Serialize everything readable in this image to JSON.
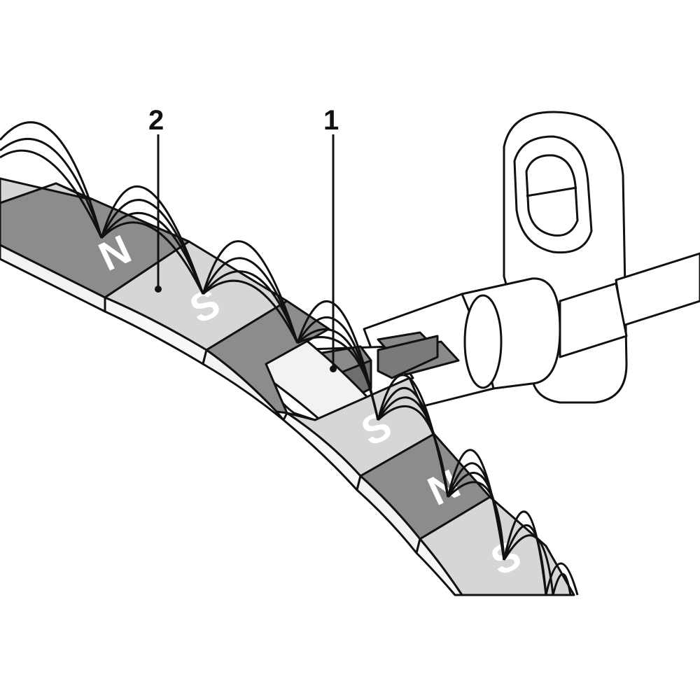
{
  "callouts": [
    {
      "id": "1"
    },
    {
      "id": "2"
    }
  ],
  "ring_segments": [
    {
      "pole": "N"
    },
    {
      "pole": "S"
    },
    {
      "pole": "N"
    },
    {
      "pole": "S"
    },
    {
      "pole": "N"
    },
    {
      "pole": "S"
    }
  ],
  "colors": {
    "north_segment": "#8c8c8c",
    "south_segment": "#d6d6d6",
    "ring_edge": "#f2f2f2",
    "sensor_chip": "#6e6e6e",
    "field_lines": "#111111"
  }
}
